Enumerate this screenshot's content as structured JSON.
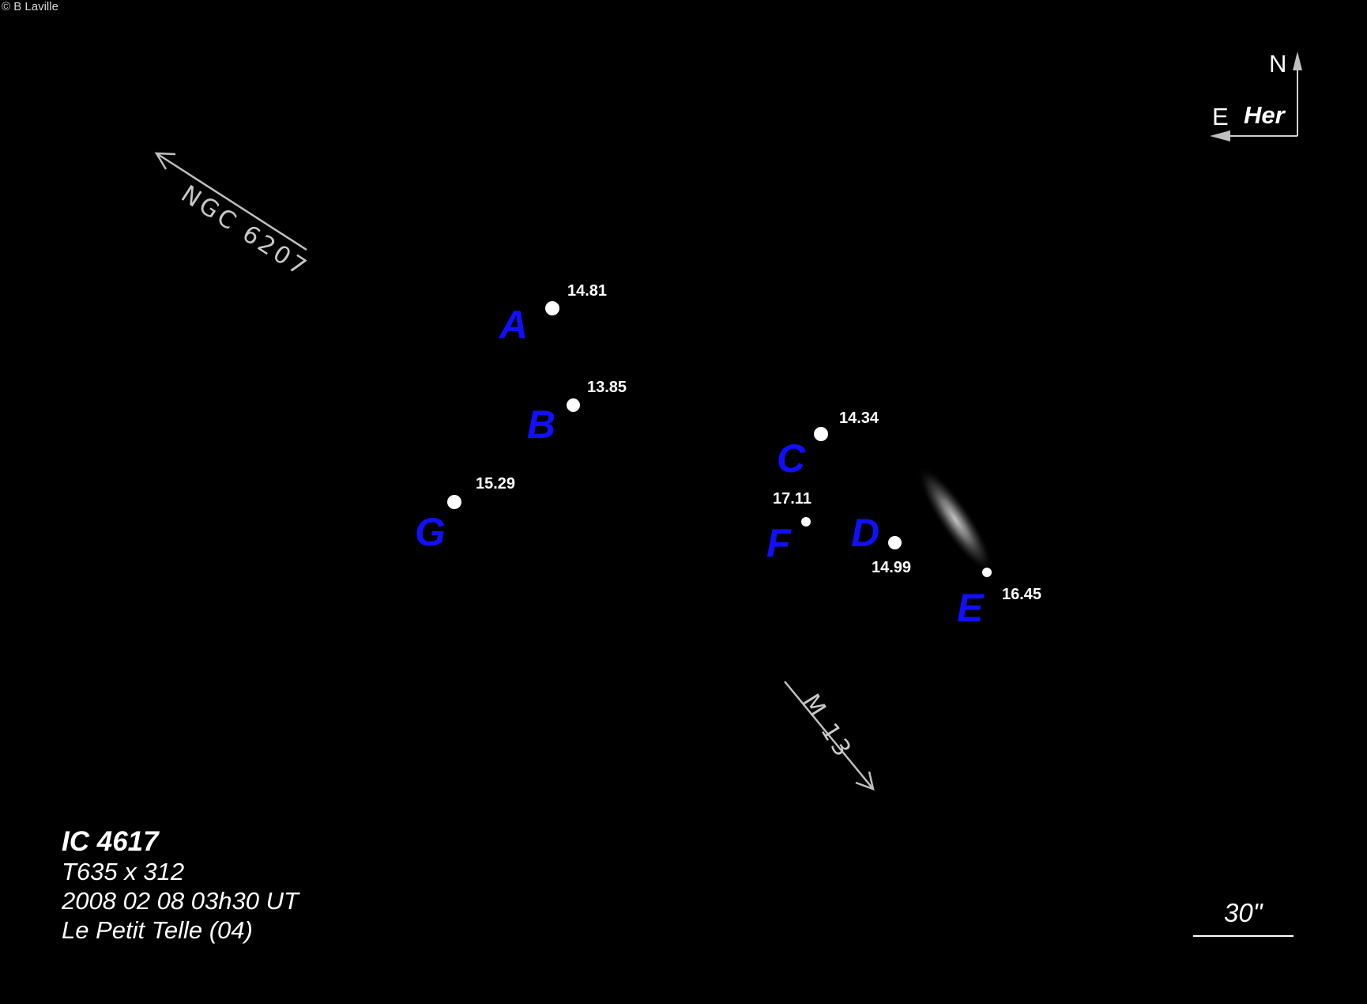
{
  "copyright": "© B Laville",
  "object": {
    "name": "IC 4617",
    "instrument": "T635 x 312",
    "datetime": "2008 02 08  03h30 UT",
    "site": "Le Petit Telle  (04)"
  },
  "orientation": {
    "north": "N",
    "east": "E",
    "constellation": "Her"
  },
  "scale_label": "30\"",
  "pointers": {
    "ngc": "NGC 6207",
    "messier": "M 13"
  },
  "stars": [
    {
      "id": "A",
      "mag": "14.81"
    },
    {
      "id": "B",
      "mag": "13.85"
    },
    {
      "id": "C",
      "mag": "14.34"
    },
    {
      "id": "D",
      "mag": "14.99"
    },
    {
      "id": "E",
      "mag": "16.45"
    },
    {
      "id": "F",
      "mag": "17.11"
    },
    {
      "id": "G",
      "mag": "15.29"
    }
  ],
  "colors": {
    "background": "#000000",
    "star_label": "#1010ff",
    "text": "#ffffff"
  }
}
